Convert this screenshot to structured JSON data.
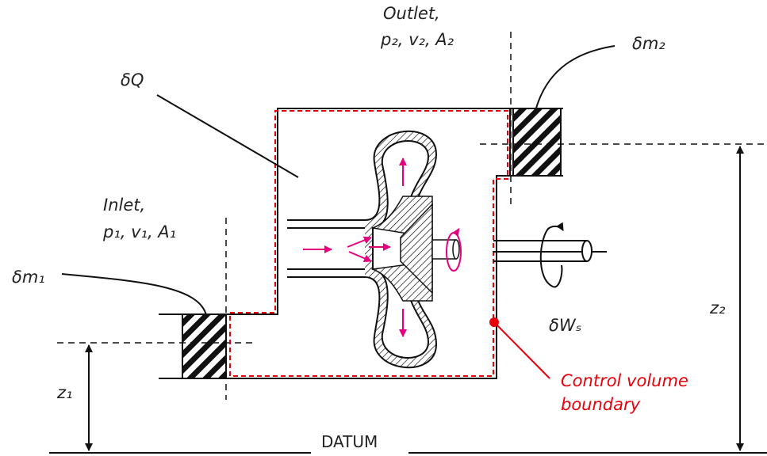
{
  "labels": {
    "outlet_line1": "Outlet,",
    "outlet_line2": "p₂, v₂, A₂",
    "inlet_line1": "Inlet,",
    "inlet_line2": "p₁, v₁, A₁",
    "heat": "δQ",
    "dm1": "δm₁",
    "dm2": "δm₂",
    "work": "δWₛ",
    "z1": "z₁",
    "z2": "z₂",
    "cv_line1": "Control volume",
    "cv_line2": "boundary",
    "datum": "DATUM"
  },
  "colors": {
    "line": "#111111",
    "boundary": "#e8000b",
    "flow_arrows": "#e6007e"
  }
}
